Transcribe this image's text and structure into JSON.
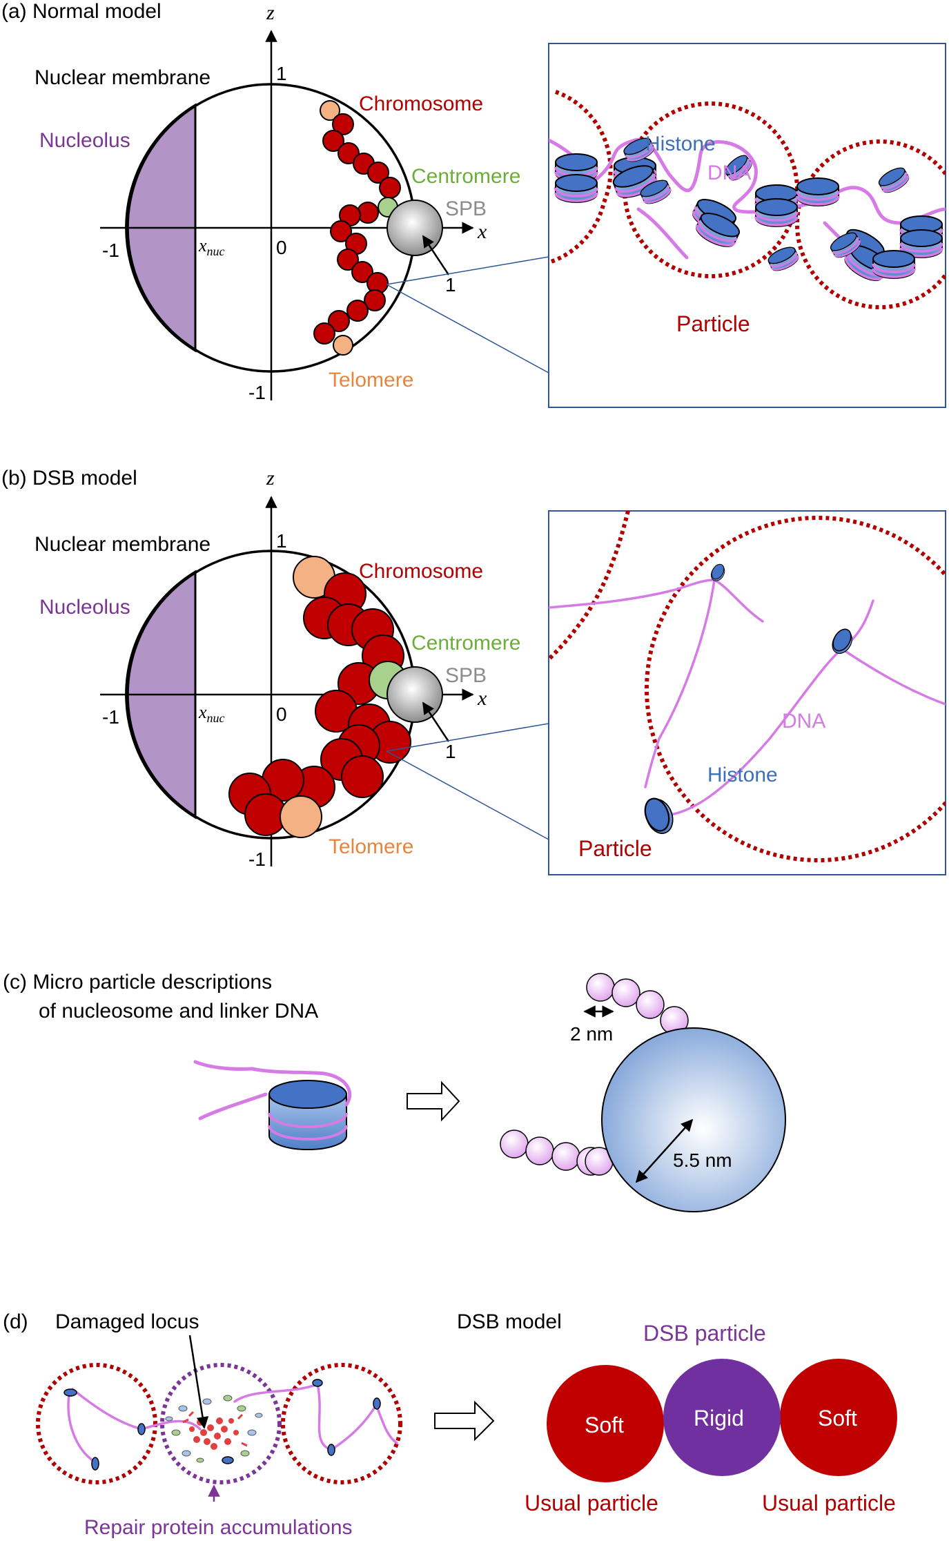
{
  "panel_a": {
    "heading": "(a) Normal model",
    "axis_z": "z",
    "axis_x": "x",
    "tick_1_top": "1",
    "tick_neg1_left": "-1",
    "tick_0": "0",
    "tick_neg1_bottom": "-1",
    "tick_1_spb": "1",
    "xnuc_label": "x",
    "xnuc_sub": "nuc",
    "nuclear_membrane": "Nuclear membrane",
    "nucleolus": "Nucleolus",
    "chromosome": "Chromosome",
    "centromere": "Centromere",
    "spb": "SPB",
    "telomere": "Telomere",
    "inset_histone": "Histone",
    "inset_dna": "DNA",
    "inset_particle": "Particle"
  },
  "panel_b": {
    "heading": "(b) DSB model",
    "axis_z": "z",
    "axis_x": "x",
    "tick_1_top": "1",
    "tick_neg1_left": "-1",
    "tick_0": "0",
    "tick_neg1_bottom": "-1",
    "tick_1_spb": "1",
    "xnuc_label": "x",
    "xnuc_sub": "nuc",
    "nuclear_membrane": "Nuclear membrane",
    "nucleolus": "Nucleolus",
    "chromosome": "Chromosome",
    "centromere": "Centromere",
    "spb": "SPB",
    "telomere": "Telomere",
    "inset_dna": "DNA",
    "inset_histone": "Histone",
    "inset_particle": "Particle"
  },
  "panel_c": {
    "heading_line1": "(c) Micro particle descriptions",
    "heading_line2": "of nucleosome and linker DNA",
    "spacing_label": "2 nm",
    "radius_label": "5.5 nm"
  },
  "panel_d": {
    "heading": "(d)",
    "damaged_locus": "Damaged locus",
    "repair_protein": "Repair protein accumulations",
    "dsb_model": "DSB model",
    "dsb_particle": "DSB particle",
    "soft_left": "Soft",
    "rigid": "Rigid",
    "soft_right": "Soft",
    "usual_left": "Usual particle",
    "usual_right": "Usual particle"
  },
  "colors": {
    "chromosome_red": "#c00000",
    "telomere_orange": "#f4b183",
    "centromere_green": "#a9d18e",
    "nucleolus_purple": "#b294c7",
    "dsb_purple": "#7030a0",
    "histone_blue": "#4472c4",
    "dna_pink": "#d67be6"
  }
}
